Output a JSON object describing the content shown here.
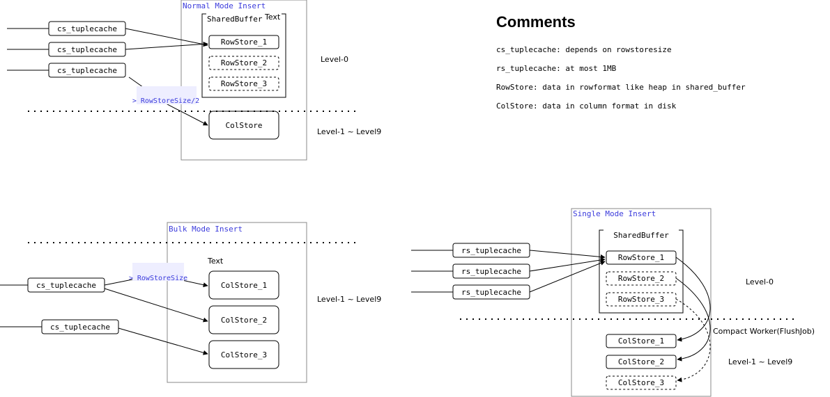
{
  "normal": {
    "title": "Normal Mode Insert",
    "buffer": "SharedBuffer",
    "text": "Text",
    "caches": [
      "cs_tuplecache",
      "cs_tuplecache",
      "cs_tuplecache"
    ],
    "rowstores": [
      "RowStore_1",
      "RowStore_2",
      "RowStore_3"
    ],
    "colstore": "ColStore",
    "condition": "> RowStoreSize/2",
    "level0": "Level-0",
    "level1": "Level-1 ~ Level9"
  },
  "bulk": {
    "title": "Bulk Mode Insert",
    "text": "Text",
    "caches": [
      "cs_tuplecache",
      "cs_tuplecache"
    ],
    "colstores": [
      "ColStore_1",
      "ColStore_2",
      "ColStore_3"
    ],
    "condition": "> RowStoreSize",
    "level1": "Level-1 ~ Level9"
  },
  "single": {
    "title": "Single Mode Insert",
    "buffer": "SharedBuffer",
    "caches": [
      "rs_tuplecache",
      "rs_tuplecache",
      "rs_tuplecache"
    ],
    "rowstores": [
      "RowStore_1",
      "RowStore_2",
      "RowStore_3"
    ],
    "colstores": [
      "ColStore_1",
      "ColStore_2",
      "ColStore_3"
    ],
    "worker": "Compact Worker(FlushJob)",
    "level0": "Level-0",
    "level1": "Level-1 ~ Level9"
  },
  "comments": {
    "heading": "Comments",
    "lines": [
      "cs_tuplecache: depends on rowstoresize",
      "rs_tuplecache:  at most 1MB",
      "RowStore: data in rowformat like heap in shared_buffer",
      "ColStore: data in column format in disk"
    ]
  }
}
